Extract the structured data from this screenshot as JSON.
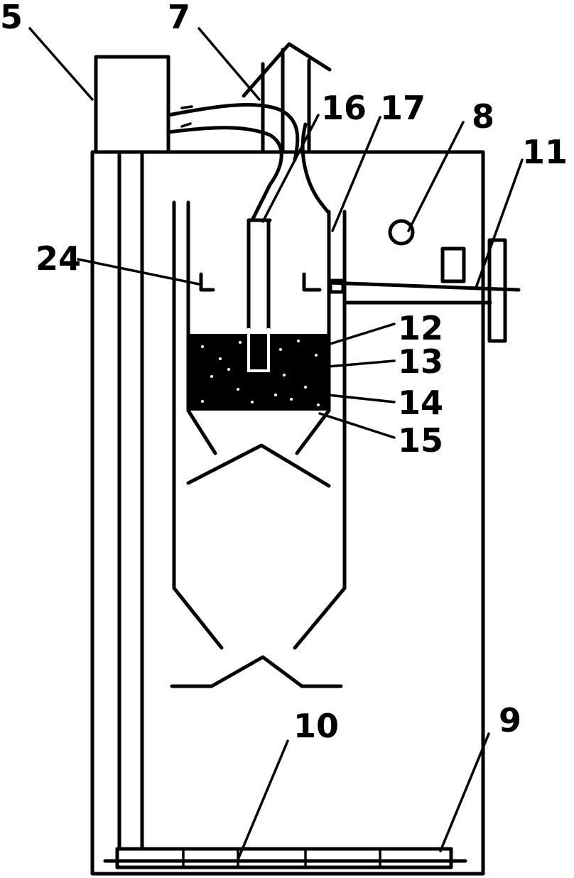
{
  "diagram": {
    "labels": {
      "l5": "5",
      "l7": "7",
      "l16": "16",
      "l17": "17",
      "l8": "8",
      "l11": "11",
      "l24": "24",
      "l12": "12",
      "l13": "13",
      "l14": "14",
      "l15": "15",
      "l10": "10",
      "l9": "9"
    },
    "colors": {
      "line": "#000000",
      "background": "#ffffff",
      "particles": "#ffffff"
    }
  }
}
